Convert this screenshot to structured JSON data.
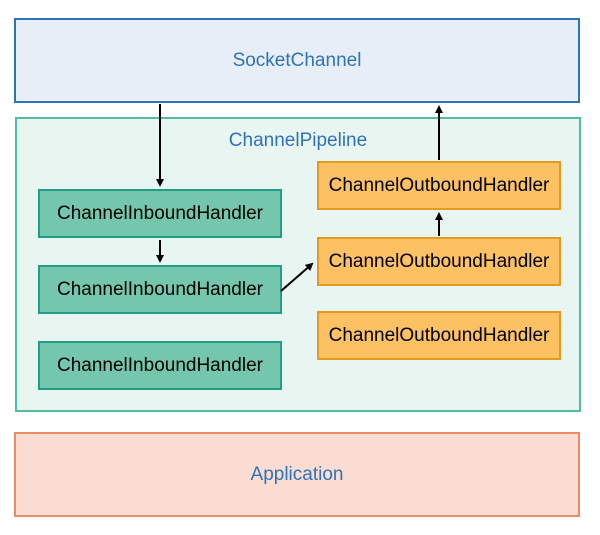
{
  "socket_channel": {
    "label": "SocketChannel"
  },
  "pipeline": {
    "label": "ChannelPipeline",
    "inbound_handlers": [
      "ChannelInboundHandler",
      "ChannelInboundHandler",
      "ChannelInboundHandler"
    ],
    "outbound_handlers": [
      "ChannelOutboundHandler",
      "ChannelOutboundHandler",
      "ChannelOutboundHandler"
    ]
  },
  "application": {
    "label": "Application"
  },
  "connections": [
    {
      "from": "SocketChannel",
      "to": "ChannelInboundHandler-1",
      "direction": "down"
    },
    {
      "from": "ChannelInboundHandler-1",
      "to": "ChannelInboundHandler-2",
      "direction": "down"
    },
    {
      "from": "ChannelInboundHandler-2",
      "to": "ChannelOutboundHandler-2",
      "direction": "up-right"
    },
    {
      "from": "ChannelOutboundHandler-2",
      "to": "ChannelOutboundHandler-1",
      "direction": "up"
    },
    {
      "from": "ChannelOutboundHandler-1",
      "to": "SocketChannel",
      "direction": "up"
    }
  ],
  "colors": {
    "socket_fill": "#E7EEF8",
    "socket_border": "#2E75B6",
    "pipeline_fill": "#E9F5F0",
    "pipeline_border": "#50BCA4",
    "inbound_fill": "#74C7AC",
    "inbound_border": "#219E85",
    "outbound_fill": "#FCC163",
    "outbound_border": "#E09B20",
    "application_fill": "#FADCD2",
    "application_border": "#E98D69",
    "title_text": "#2E74B5",
    "handler_text": "#000000",
    "arrow": "#000000"
  }
}
